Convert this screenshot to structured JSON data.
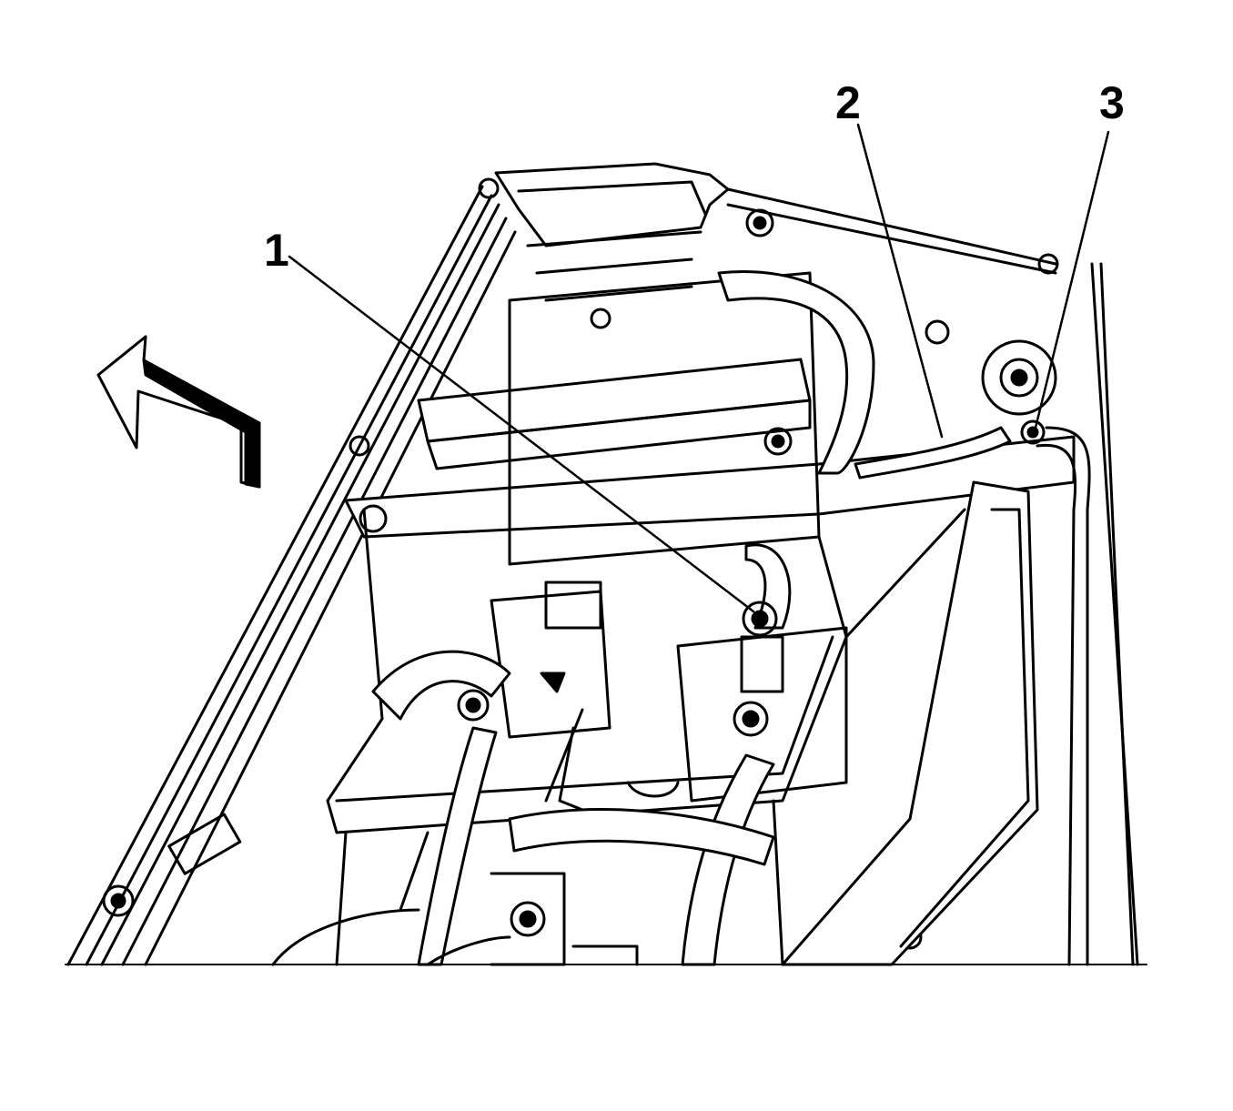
{
  "callouts": [
    {
      "id": "1",
      "label": "1"
    },
    {
      "id": "2",
      "label": "2"
    },
    {
      "id": "3",
      "label": "3"
    }
  ],
  "colors": {
    "ink": "#000000",
    "paper": "#ffffff"
  },
  "icons": [
    "direction-arrow-icon"
  ]
}
